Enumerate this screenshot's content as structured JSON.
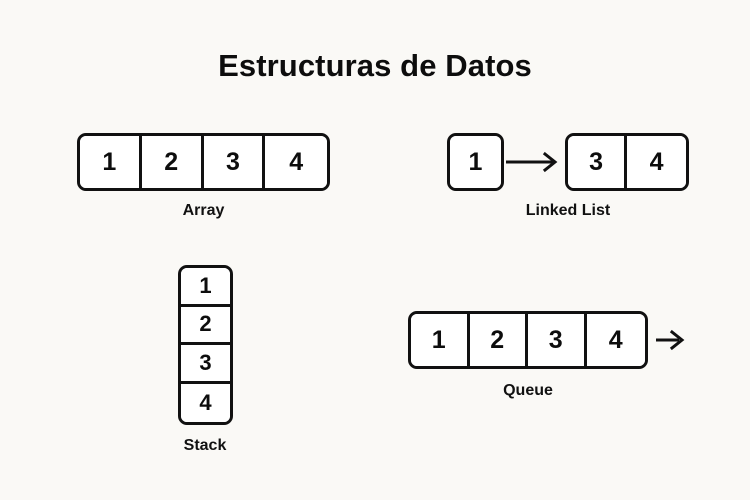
{
  "page": {
    "title": "Estructuras de Datos",
    "background_color": "#faf9f6",
    "ink_color": "#111111",
    "cell_fill_color": "#ffffff"
  },
  "structures": {
    "array": {
      "caption": "Array",
      "cells": [
        "1",
        "2",
        "3",
        "4"
      ]
    },
    "linked_list": {
      "caption": "Linked List",
      "head_cells": [
        "1"
      ],
      "tail_cells": [
        "3",
        "4"
      ],
      "arrow": "arrow-right"
    },
    "stack": {
      "caption": "Stack",
      "cells": [
        "1",
        "2",
        "3",
        "4"
      ]
    },
    "queue": {
      "caption": "Queue",
      "cells": [
        "1",
        "2",
        "3",
        "4"
      ],
      "arrow": "arrow-right"
    }
  }
}
